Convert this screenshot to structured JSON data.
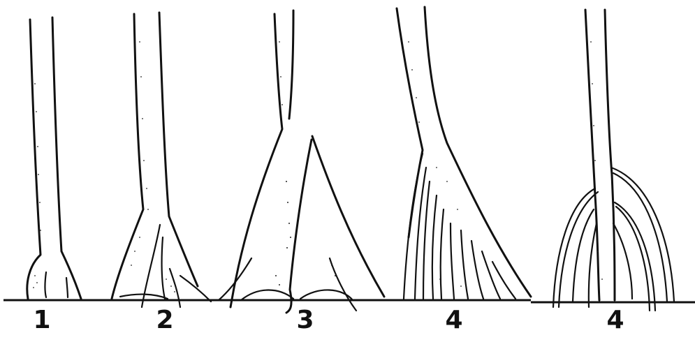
{
  "labels": [
    "1",
    "2",
    "3",
    "4",
    "4"
  ]
}
